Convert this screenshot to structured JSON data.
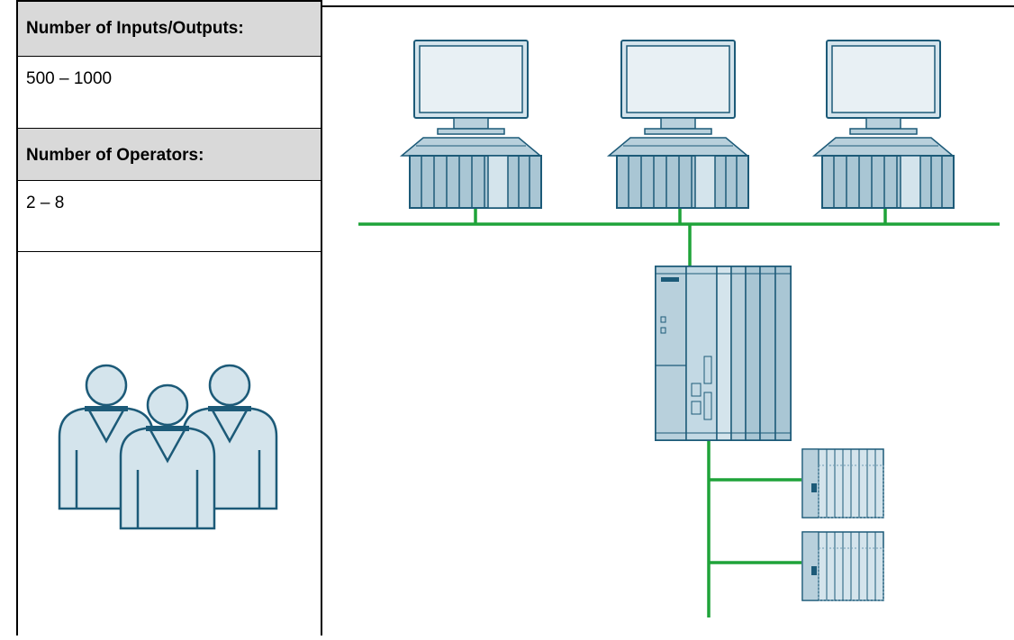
{
  "info_table": {
    "io_label": "Number of Inputs/Outputs:",
    "io_value": "500 – 1000",
    "operators_label": "Number of Operators:",
    "operators_value": "2 – 8"
  },
  "icons": {
    "operators": "operators-group-icon",
    "workstation": "operator-workstation-icon",
    "controller": "controller-rack-icon",
    "io_station": "distributed-io-icon"
  },
  "colors": {
    "network": "#1fa339",
    "device_fill": "#d4e4ec",
    "device_stroke": "#1c5a78",
    "header_bg": "#d9d9d9"
  }
}
